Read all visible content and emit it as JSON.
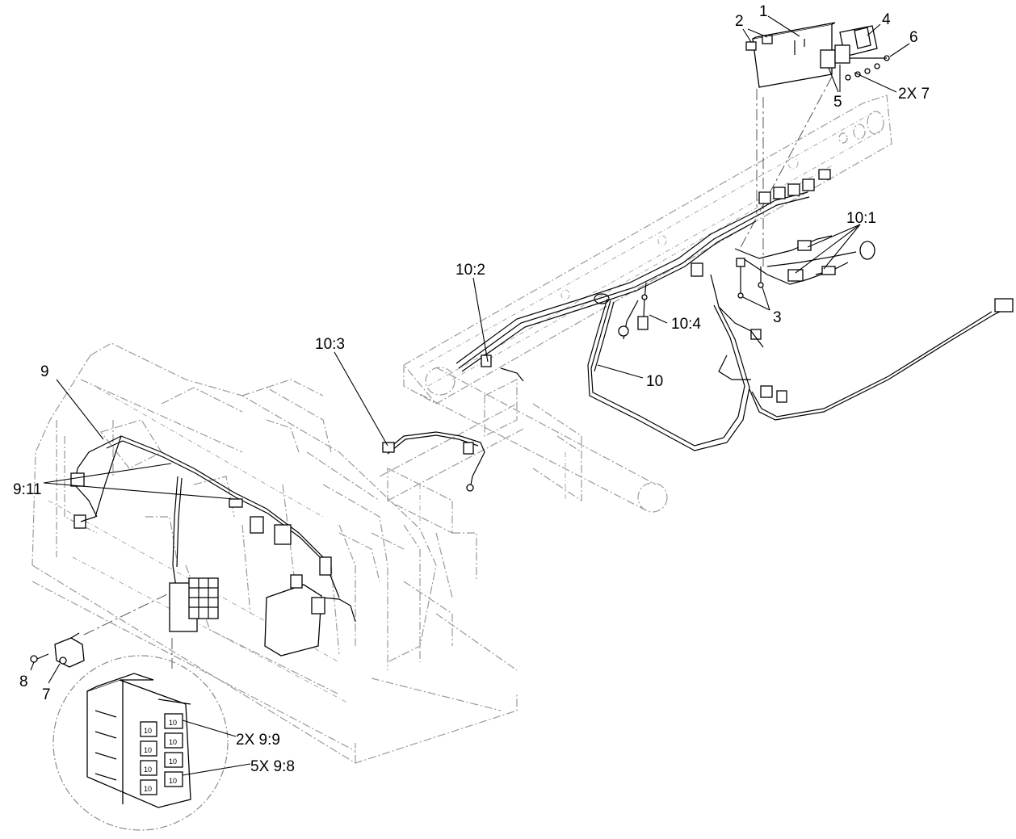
{
  "callouts": {
    "c1": "1",
    "c2": "2",
    "c3": "3",
    "c4": "4",
    "c5": "5",
    "c6": "6",
    "c7": "7",
    "c8": "8",
    "c9": "9",
    "c10": "10",
    "c10_1": "10:1",
    "c10_2": "10:2",
    "c10_3": "10:3",
    "c10_4": "10:4",
    "c9_11": "9:11",
    "c2x7": "2X 7",
    "c2x9_9": "2X 9:9",
    "c5x9_8": "5X 9:8"
  },
  "fuse_block_text": {
    "fuse": "10"
  }
}
